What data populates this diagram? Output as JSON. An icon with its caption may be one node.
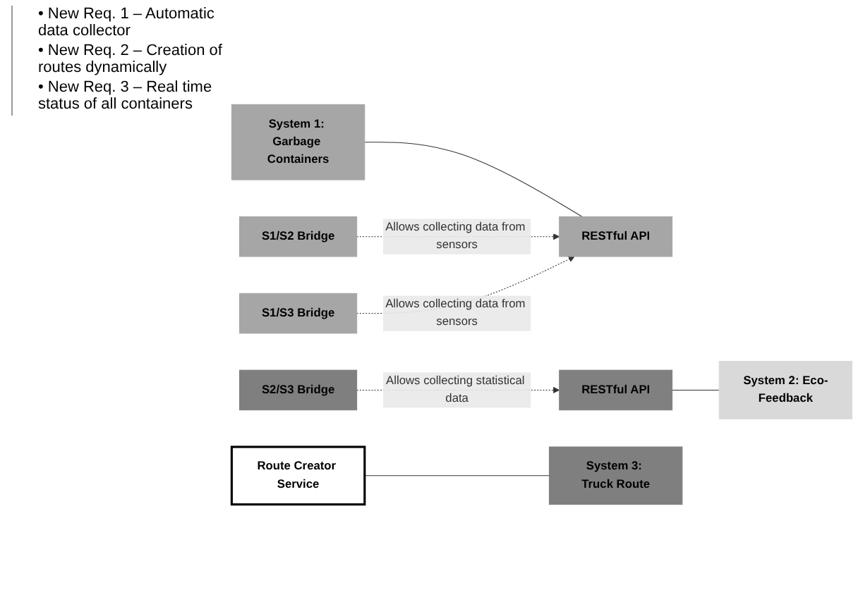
{
  "diagram": {
    "nodes": [
      {
        "text": [
          "System 1: Garbage Containers"
        ]
      },
      {
        "text": [
          "RESTful API"
        ]
      },
      {
        "text": [
          "S1/S2 Bridge"
        ]
      },
      {
        "text": [
          "System 2: Eco-Feedback"
        ]
      },
      {
        "text": [
          "RESTful API"
        ]
      },
      {
        "text": [
          "S2/S3 Bridge"
        ]
      },
      {
        "text": [
          "Route Creator Service"
        ]
      },
      {
        "text": [
          "S1/S3 Bridge"
        ]
      },
      {
        "text": [
          "System 3: Truck Route"
        ]
      }
    ],
    "edges": [
      {
        "from": 0,
        "to": 1,
        "arrow": "none"
      },
      {
        "from": 2,
        "to": 1,
        "arrow": "to",
        "style": "dashed",
        "label": "Allows collecting data from sensors"
      },
      {
        "from": 4,
        "to": 3,
        "arrow": "none"
      },
      {
        "from": 5,
        "to": 4,
        "arrow": "to",
        "style": "dashed",
        "label": "Allows collecting statistical data"
      },
      {
        "from": 7,
        "to": 1,
        "arrow": "to",
        "style": "dashed",
        "label": "Allows collecting data from sensors"
      },
      {
        "from": 6,
        "to": 8,
        "arrow": "none"
      }
    ],
    "labels": [
      "• New Req. 1 – Automatic data collector",
      "• New Req. 2 – Creation of routes dynamically",
      "• New Req. 3 – Real time status of all containers"
    ]
  }
}
